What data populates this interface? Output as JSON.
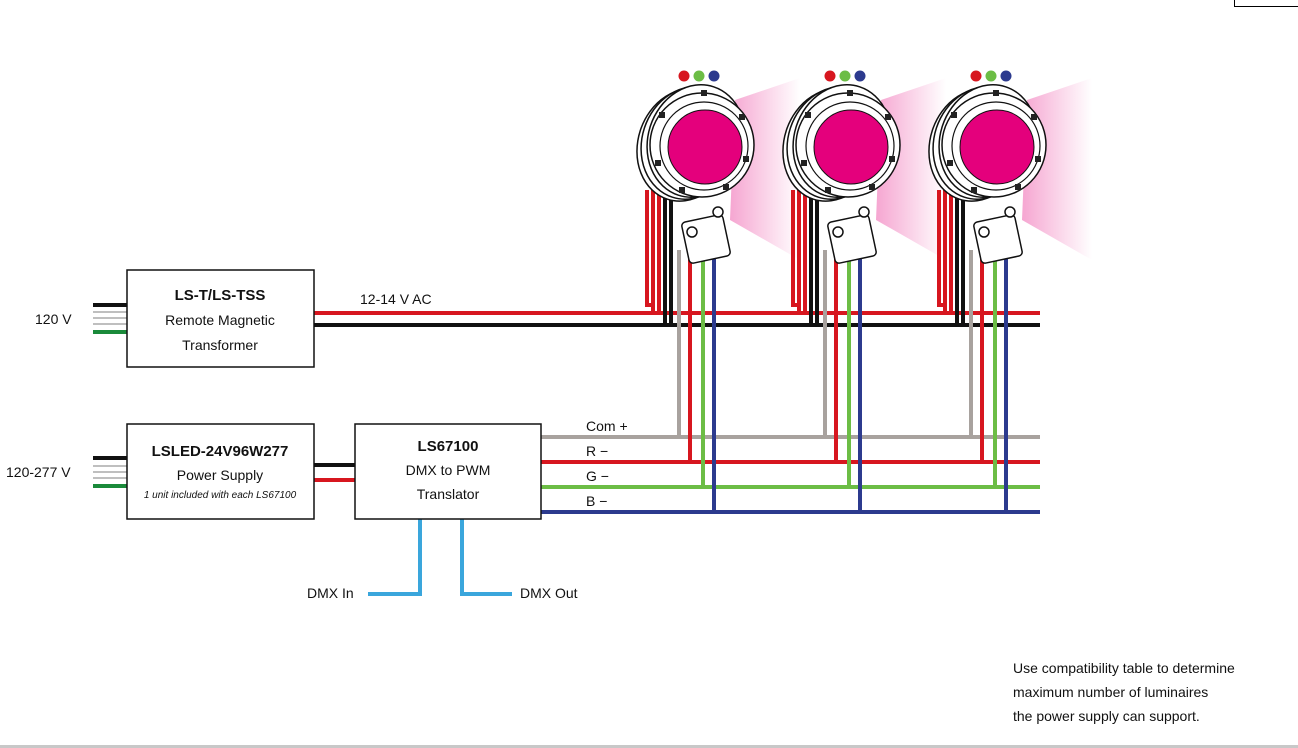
{
  "colors": {
    "red": "#d7161f",
    "black": "#111111",
    "gray": "#a8a29e",
    "green": "#6cbd45",
    "blue": "#2c3a8e",
    "dmx": "#3aa6dc",
    "ground": "#1a8a3a",
    "lens": "#e4007c"
  },
  "inputs": {
    "v120": "120 V",
    "v120_277": "120-277 V"
  },
  "transformer": {
    "model": "LS-T/LS-TSS",
    "line1": "Remote Magnetic",
    "line2": "Transformer"
  },
  "power_supply": {
    "model": "LSLED-24V96W277",
    "line1": "Power Supply",
    "note": "1 unit included with each LS67100"
  },
  "translator": {
    "model": "LS67100",
    "line1": "DMX to PWM",
    "line2": "Translator"
  },
  "wires": {
    "ac": "12-14 V AC",
    "com": "Com +",
    "r": "R −",
    "g": "G −",
    "b": "B −",
    "dmx_in": "DMX In",
    "dmx_out": "DMX Out"
  },
  "footnote": {
    "line1": "Use compatibility table to determine",
    "line2": "maximum number of luminaires",
    "line3": "the power supply can support."
  },
  "luminaire_count": 3
}
